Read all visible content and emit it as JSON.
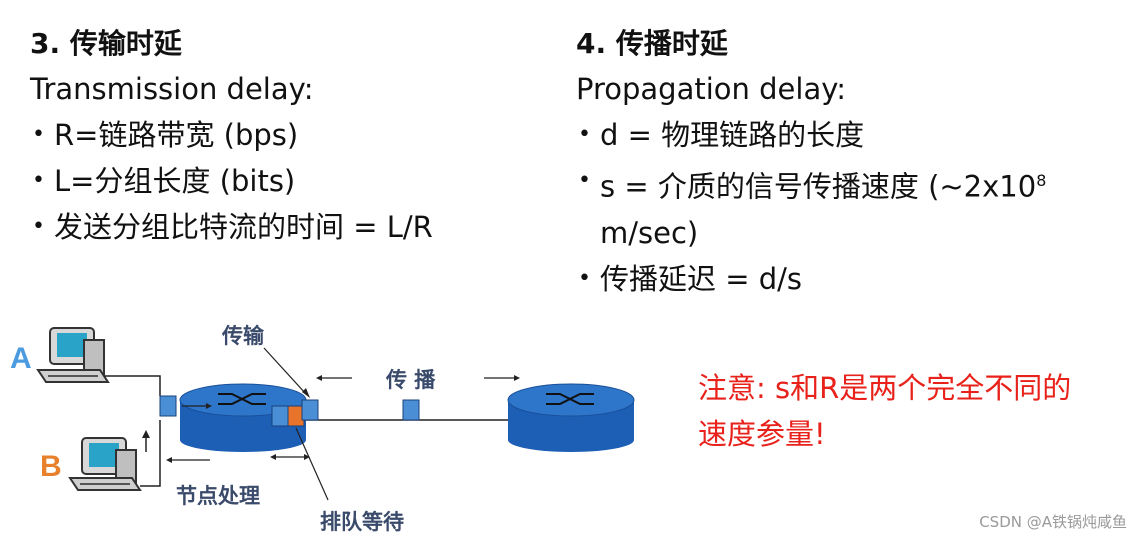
{
  "transmission": {
    "heading": "3. 传输时延",
    "subheading": "Transmission delay:",
    "bullets": [
      "R=链路带宽 (bps)",
      "L=分组长度 (bits)",
      "发送分组比特流的时间 = L/R"
    ]
  },
  "propagation": {
    "heading": "4. 传播时延",
    "subheading": "Propagation delay:",
    "bullets": [
      "d = 物理链路的长度",
      "s = 介质的信号传播速度 (~2x10",
      "8",
      "m/sec)",
      "传播延迟 = d/s"
    ]
  },
  "diagram": {
    "host_a_label": "A",
    "host_b_label": "B",
    "transmission_label": "传输",
    "propagation_label": "传 播",
    "nodal_processing_label": "节点处理",
    "queueing_label": "排队等待",
    "colors": {
      "router": "#1c5fb5",
      "router_top": "#2e76c9",
      "packet": "#4a8fd6",
      "packet_orange": "#e8742c",
      "host_a": "#4a9be0",
      "host_b": "#e8802c"
    }
  },
  "note": {
    "text": "注意: s和R是两个完全不同的速度参量!"
  },
  "watermark": "CSDN @A铁锅炖咸鱼"
}
